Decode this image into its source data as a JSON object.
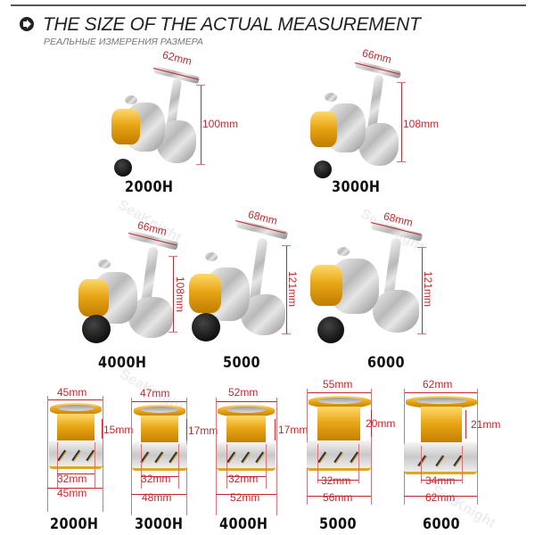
{
  "header": {
    "title": "THE SIZE OF THE ACTUAL MEASUREMENT",
    "subtitle": "РЕАЛЬНЫЕ ИЗМЕРЕНИЯ РАЗМЕРА",
    "icon": "arrow-right-circle-icon"
  },
  "colors": {
    "dimension": "#c0282e",
    "gold": "#e8a615",
    "silver": "#bdbdbd",
    "text": "#111111"
  },
  "reels": [
    {
      "model": "2000H",
      "handle_width": "62mm",
      "height": "100mm"
    },
    {
      "model": "3000H",
      "handle_width": "66mm",
      "height": "108mm"
    },
    {
      "model": "4000H",
      "handle_width": "66mm",
      "height": "108mm"
    },
    {
      "model": "5000",
      "handle_width": "68mm",
      "height": "121mm"
    },
    {
      "model": "6000",
      "handle_width": "68mm",
      "height": "121mm"
    }
  ],
  "spools": [
    {
      "model": "2000H",
      "top_width": "45mm",
      "depth": "15mm",
      "inner_width": "32mm",
      "bottom_width": "45mm"
    },
    {
      "model": "3000H",
      "top_width": "47mm",
      "depth": "17mm",
      "inner_width": "32mm",
      "bottom_width": "48mm"
    },
    {
      "model": "4000H",
      "top_width": "52mm",
      "depth": "17mm",
      "inner_width": "32mm",
      "bottom_width": "52mm"
    },
    {
      "model": "5000",
      "top_width": "55mm",
      "depth": "20mm",
      "inner_width": "32mm",
      "bottom_width": "56mm"
    },
    {
      "model": "6000",
      "top_width": "62mm",
      "depth": "21mm",
      "inner_width": "34mm",
      "bottom_width": "62mm"
    }
  ],
  "watermark": "SeaKnight"
}
